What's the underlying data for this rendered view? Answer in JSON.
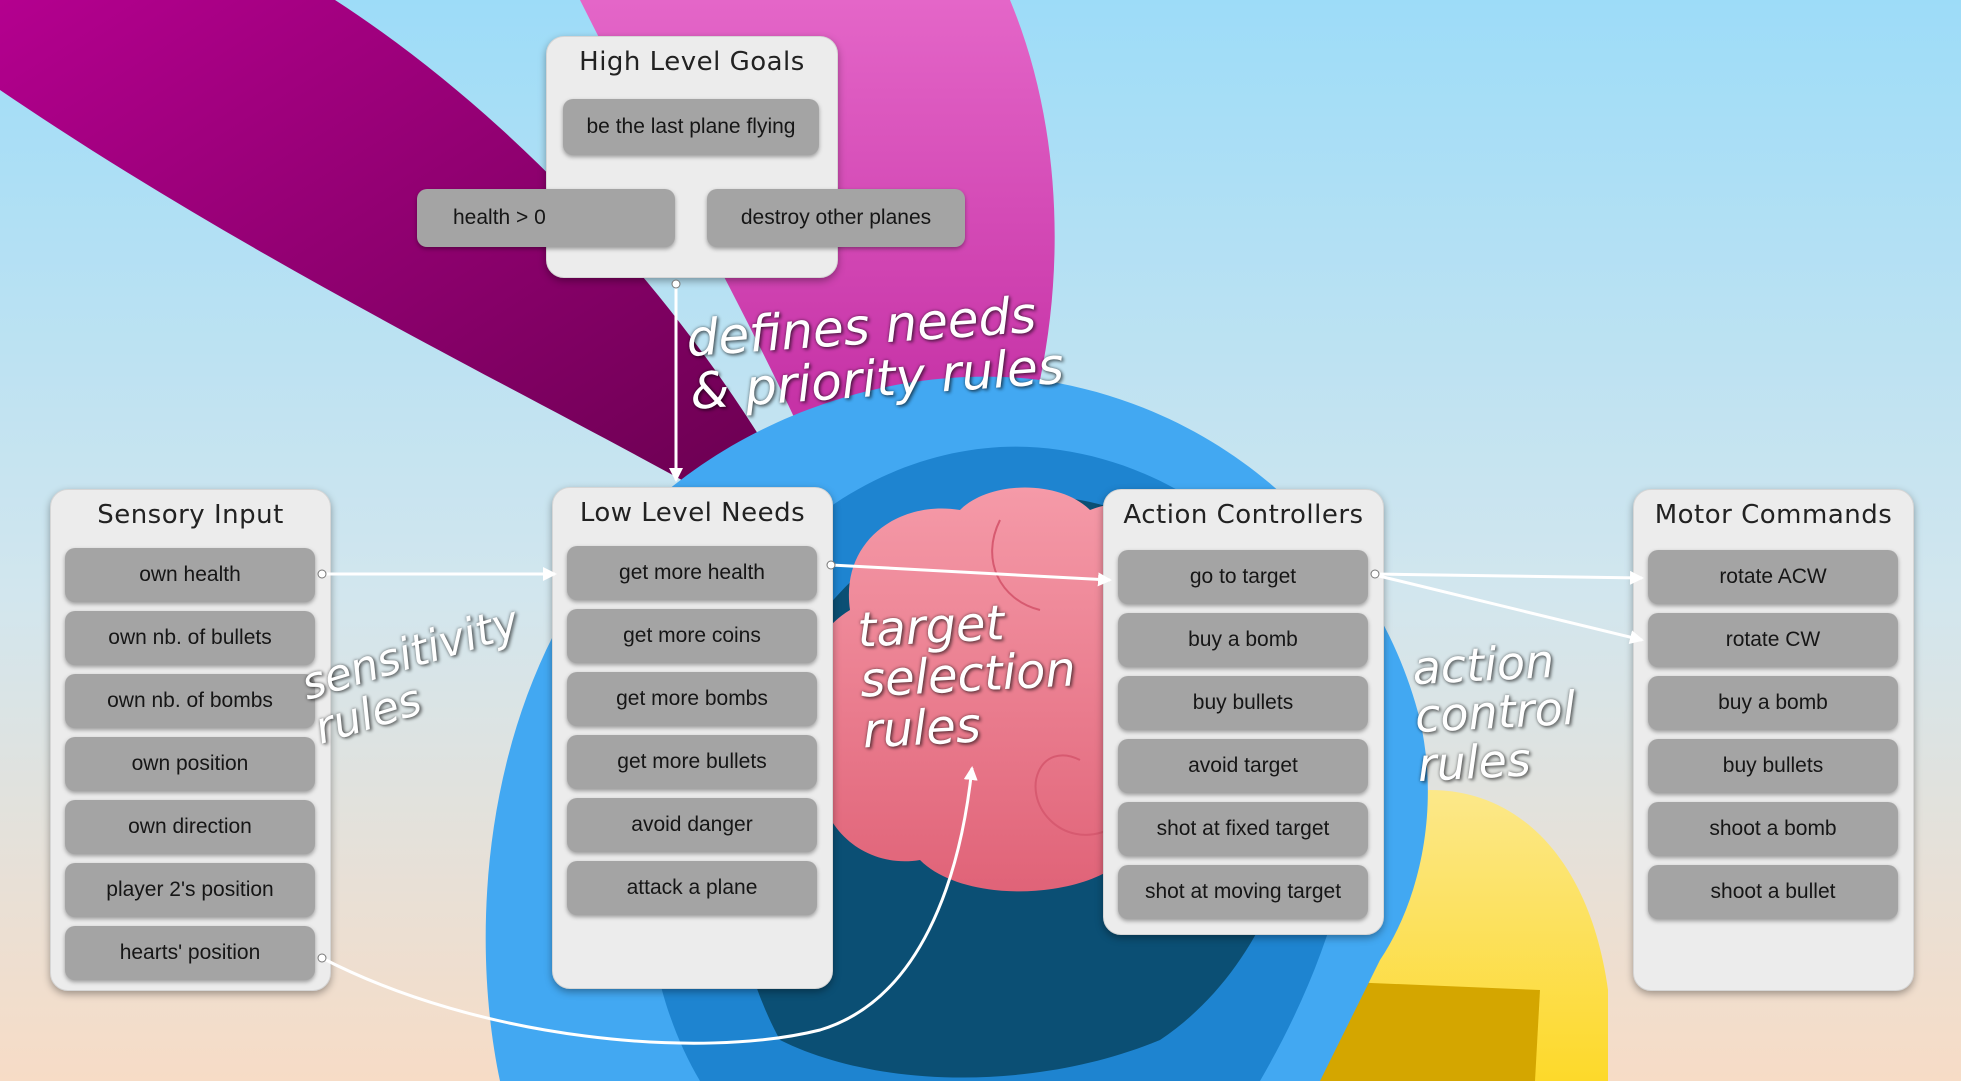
{
  "high_level_goals": {
    "title": "High Level Goals",
    "items": [
      "be the last plane flying",
      "health > 0",
      "destroy other planes"
    ]
  },
  "sensory_input": {
    "title": "Sensory Input",
    "items": [
      "own health",
      "own nb. of bullets",
      "own nb. of bombs",
      "own position",
      "own direction",
      "player 2's position",
      "hearts' position"
    ]
  },
  "low_level_needs": {
    "title": "Low Level Needs",
    "items": [
      "get more health",
      "get more coins",
      "get more bombs",
      "get more bullets",
      "avoid danger",
      "attack a plane"
    ]
  },
  "action_controllers": {
    "title": "Action Controllers",
    "items": [
      "go to target",
      "buy a bomb",
      "buy bullets",
      "avoid target",
      "shot at fixed target",
      "shot at moving target"
    ]
  },
  "motor_commands": {
    "title": "Motor Commands",
    "items": [
      "rotate ACW",
      "rotate CW",
      "buy a bomb",
      "buy bullets",
      "shoot a bomb",
      "shoot a bullet"
    ]
  },
  "annotations": {
    "defines_needs": "defines needs\n& priority rules",
    "sensitivity": "sensitivity\nrules",
    "target_selection": "target\nselection\nrules",
    "action_control": "action\ncontrol\nrules"
  },
  "colors": {
    "sky_top": "#9ddcf8",
    "ground": "#f7dcc6",
    "magenta": "#b0008e",
    "pink": "#e060c4",
    "blue": "#3aa4f0",
    "dark_blue": "#0a4d72",
    "brain": "#ef7f93",
    "yellow": "#fde04a",
    "panel": "#ececec",
    "item": "#a4a4a4"
  }
}
